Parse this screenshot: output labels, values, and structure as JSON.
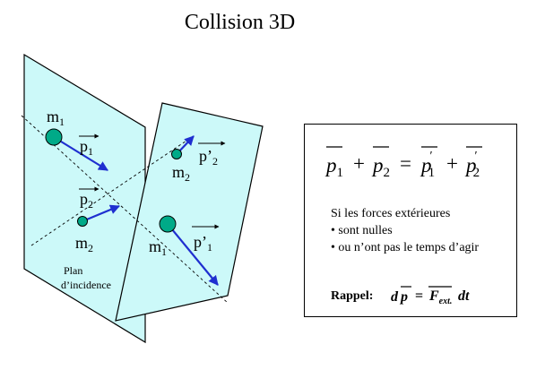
{
  "title": "Collision 3D",
  "colors": {
    "plane_fill": "#ccf9f9",
    "ball_fill": "#00aa88",
    "vector": "#1f2fd0",
    "outline": "#000000"
  },
  "diagram": {
    "mass1": "m",
    "mass1_sub": "1",
    "mass2": "m",
    "mass2_sub": "2",
    "p_symbol": "p",
    "p_prime_symbol": "p’",
    "sub1": "1",
    "sub2": "2",
    "plane_label_line1": "Plan",
    "plane_label_line2": "d’incidence"
  },
  "panel": {
    "equation": {
      "p": "p",
      "plus": "+",
      "equals": "=",
      "sub1": "1",
      "sub2": "2",
      "prime": "′"
    },
    "text_line1": "Si les forces extérieures",
    "bullet1": "• sont nulles",
    "bullet2": "• ou n’ont pas le temps d’agir",
    "rappel_label": "Rappel:",
    "rappel_d": "d",
    "rappel_p": "p",
    "rappel_eq": "=",
    "rappel_F": "F",
    "rappel_ext": "ext.",
    "rappel_dt": "dt"
  }
}
